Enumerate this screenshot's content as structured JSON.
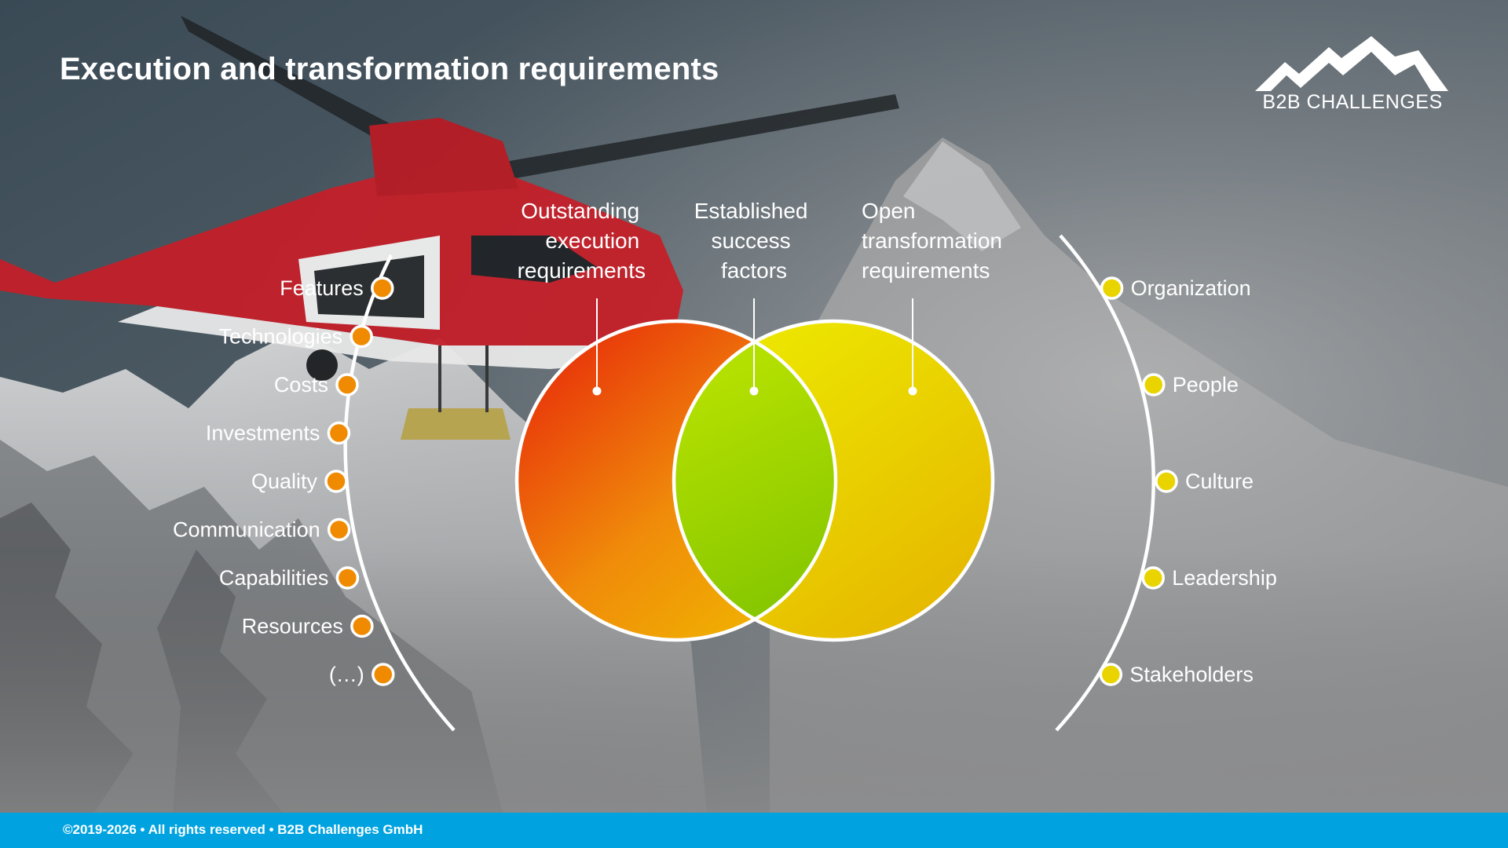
{
  "page": {
    "title": "Execution and transformation requirements"
  },
  "logo": {
    "text": "B2B CHALLENGES",
    "icon": "mountain-peaks-logo-icon"
  },
  "venn": {
    "left": {
      "label_lines": [
        "Outstanding",
        "execution",
        "requirements"
      ],
      "colors": [
        "#e8320a",
        "#f08c0a",
        "#f0b400"
      ]
    },
    "center": {
      "label_lines": [
        "Established",
        "success",
        "factors"
      ],
      "colors": [
        "#b4e000",
        "#7ac000"
      ]
    },
    "right": {
      "label_lines": [
        "Open",
        "transformation",
        "requirements"
      ],
      "colors": [
        "#ece600",
        "#e6b800"
      ]
    }
  },
  "execution_list": {
    "dot_color": "#f08a00",
    "items": [
      "Features",
      "Technologies",
      "Costs",
      "Investments",
      "Quality",
      "Communication",
      "Capabilities",
      "Resources",
      "(…)"
    ]
  },
  "transformation_list": {
    "dot_color": "#ead400",
    "items": [
      "Organization",
      "People",
      "Culture",
      "Leadership",
      "Stakeholders"
    ]
  },
  "footer": {
    "text": "©2019-2026 • All rights reserved • B2B Challenges GmbH",
    "color": "#00a3e0"
  }
}
